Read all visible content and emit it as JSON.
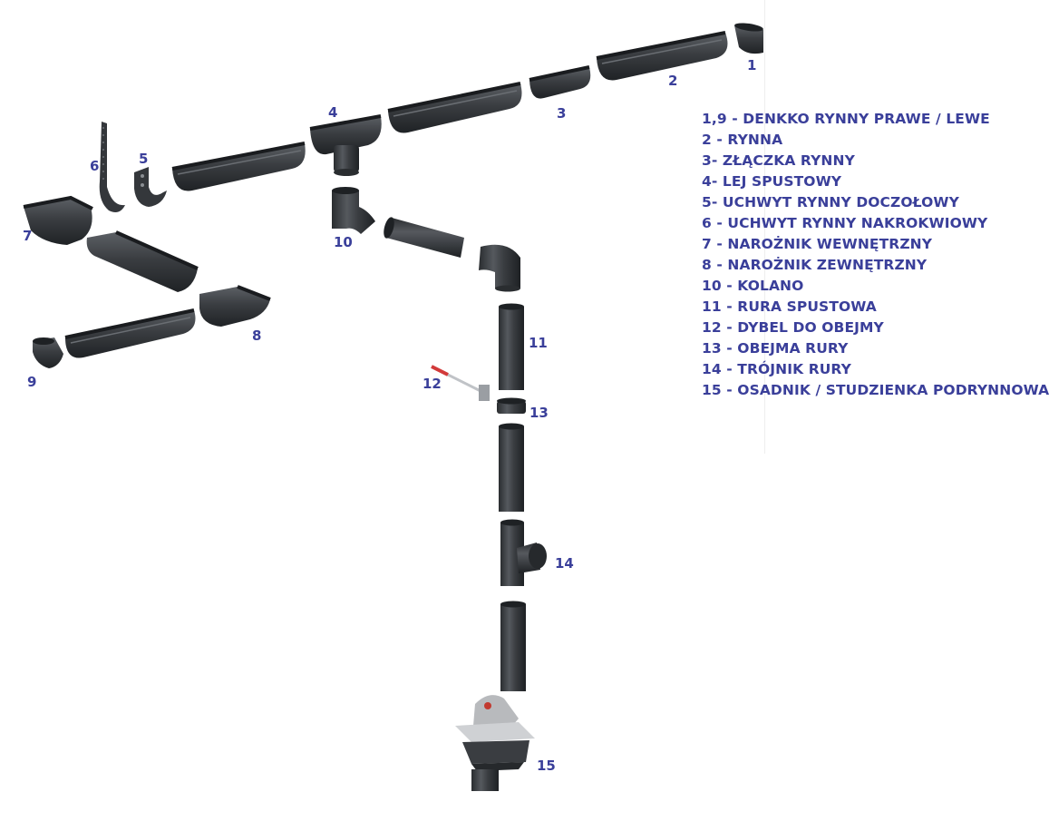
{
  "part_numbers": {
    "n1": "1",
    "n2": "2",
    "n3": "3",
    "n4": "4",
    "n5": "5",
    "n6": "6",
    "n7": "7",
    "n8": "8",
    "n9": "9",
    "n10": "10",
    "n11": "11",
    "n12": "12",
    "n13": "13",
    "n14": "14",
    "n15": "15"
  },
  "legend": [
    "1,9 - DENKKO RYNNY PRAWE / LEWE",
    "2 - RYNNA",
    "3- ZŁĄCZKA RYNNY",
    "4- LEJ SPUSTOWY",
    "5- UCHWYT RYNNY DOCZOŁOWY",
    "6 - UCHWYT RYNNY NAKROKWIOWY",
    "7 - NAROŻNIK WEWNĘTRZNY",
    "8 - NAROŻNIK ZEWNĘTRZNY",
    "10 - KOLANO",
    "11 - RURA SPUSTOWA",
    "12 - DYBEL DO OBEJMY",
    "13 - OBEJMA RURY",
    "14 - TRÓJNIK RURY",
    "15 - OSADNIK / STUDZIENKA PODRYNNOWA"
  ],
  "colors": {
    "label": "#3a3f9a",
    "part": "#3b3e42",
    "part_dark": "#25282b",
    "part_light": "#6a6e73"
  }
}
